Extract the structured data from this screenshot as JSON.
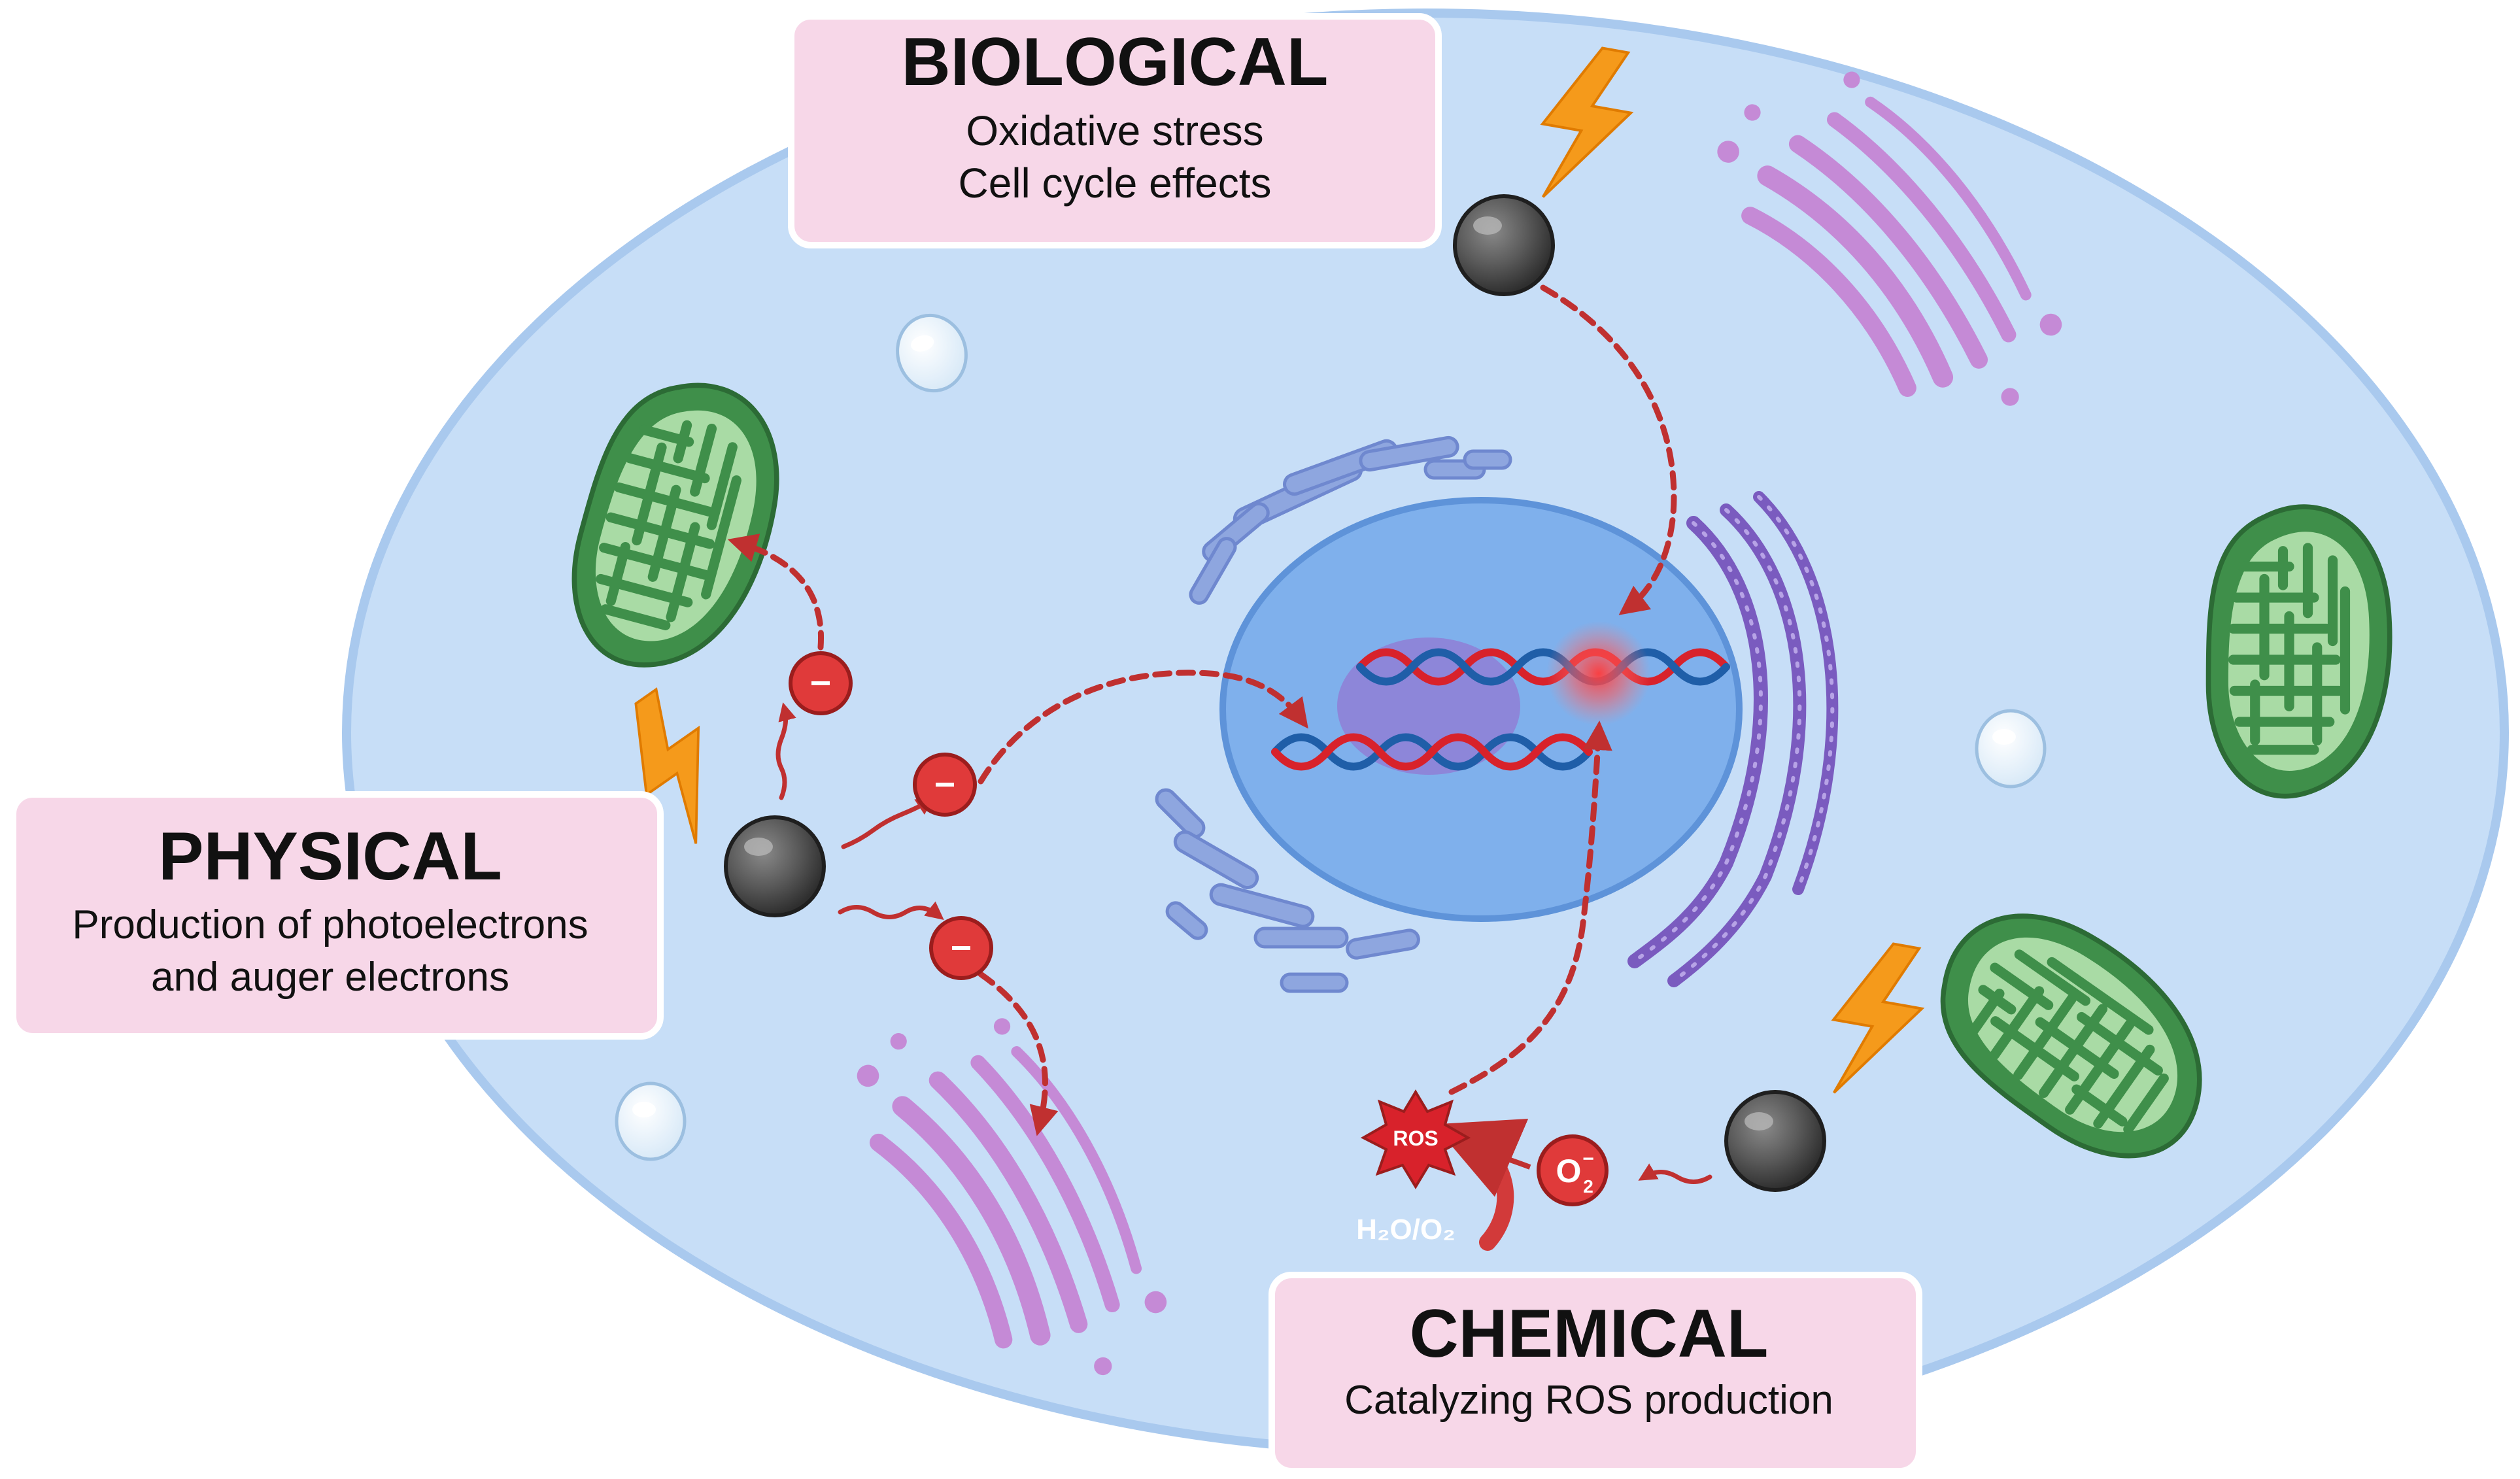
{
  "boxes": {
    "biological": {
      "title": "BIOLOGICAL",
      "lines": [
        "Oxidative stress",
        "Cell cycle effects"
      ]
    },
    "physical": {
      "title": "PHYSICAL",
      "lines": [
        "Production of photoelectrons",
        "and auger electrons"
      ]
    },
    "chemical": {
      "title": "CHEMICAL",
      "lines": [
        "Catalyzing ROS production"
      ]
    }
  },
  "labels": {
    "electron": "−",
    "ros": "ROS",
    "superoxide_base": "O",
    "superoxide_sub": "2",
    "superoxide_sup": "−",
    "water_oxygen": "H₂O/O₂"
  },
  "colors": {
    "cytoplasm": "#c7def7",
    "cell_border": "#a9c9ee",
    "nucleus": "#7fb0ec",
    "nucleolus": "#8f7fd6",
    "box_fill": "#f7d7e8",
    "electron": "#e03a3a",
    "arrow": "#c03030",
    "lightning": "#f59a1b",
    "mitochondria": "#3f8f4a",
    "golgi": "#c58ad6",
    "er_rough": "#7a5bbf",
    "er_smooth": "#8ea6df",
    "dna_red": "#d8222b",
    "dna_blue": "#1f5ea8"
  },
  "icons": [
    "lightning-icon",
    "nanoparticle-icon",
    "electron-icon",
    "mitochondrion-icon",
    "golgi-icon",
    "vesicle-icon",
    "dna-icon",
    "ros-burst-icon",
    "superoxide-icon"
  ]
}
